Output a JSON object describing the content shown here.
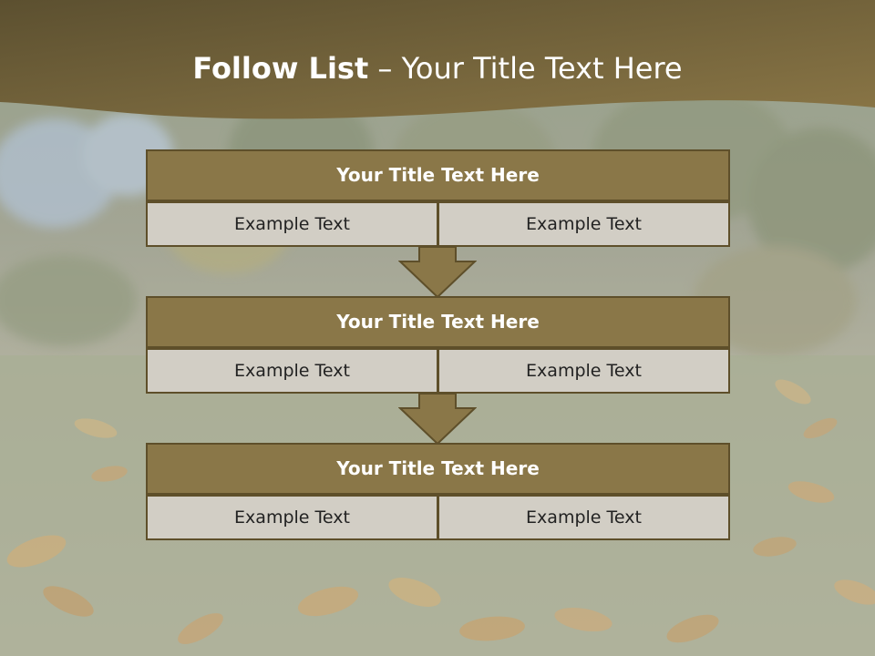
{
  "title": {
    "bold": "Follow List",
    "rest": "– Your Title Text Here"
  },
  "blocks": [
    {
      "title": "Your Title Text Here",
      "left": "Example Text",
      "right": "Example Text"
    },
    {
      "title": "Your Title Text Here",
      "left": "Example Text",
      "right": "Example Text"
    },
    {
      "title": "Your Title Text Here",
      "left": "Example Text",
      "right": "Example Text"
    }
  ],
  "colors": {
    "header_band": "#6f5f37",
    "block_title_fill": "#8a7748",
    "block_border": "#5e4f2a",
    "cell_fill": "#d2cec5",
    "arrow_fill": "#8a7748"
  }
}
